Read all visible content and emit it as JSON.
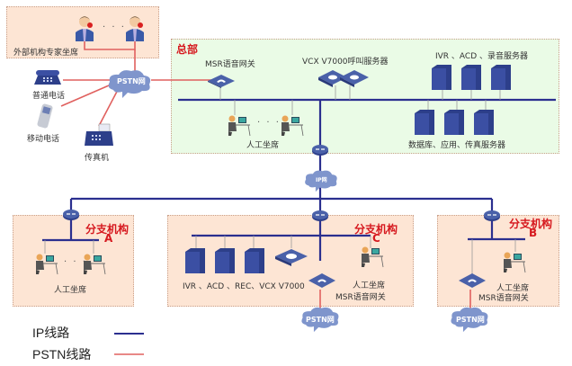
{
  "external": {
    "title": "外部机构专家坐席",
    "dots": "· · ·"
  },
  "pstn_clouds": {
    "main": "PSTN网",
    "branch_c": "PSTN网",
    "branch_b": "PSTN网"
  },
  "ip_cloud": "IP网",
  "endpoints": {
    "phone": "普通电话",
    "mobile": "移动电话",
    "fax": "传真机"
  },
  "hq": {
    "title": "总部",
    "msr_gateway": "MSR语音网关",
    "vcx": "VCX V7000呼叫服务器",
    "ivr_group": "IVR 、ACD 、录音服务器",
    "db_group": "数据库、应用、传真服务器",
    "agents": "人工坐席",
    "dots": "· · ·"
  },
  "branch_a": {
    "title": "分支机构",
    "letter": "A",
    "agents": "人工坐席",
    "dots": "· · ·"
  },
  "branch_c": {
    "title": "分支机构",
    "letter": "C",
    "servers": "IVR 、ACD 、REC、VCX V7000",
    "agents": "人工坐席",
    "msr_gateway": "MSR语音网关"
  },
  "branch_b": {
    "title": "分支机构",
    "letter": "B",
    "agents": "人工坐席",
    "msr_gateway": "MSR语音网关"
  },
  "legend": {
    "ip_label": "IP线路",
    "pstn_label": "PSTN线路",
    "ip_color": "#2b2f8f",
    "pstn_color": "#e0605e"
  }
}
